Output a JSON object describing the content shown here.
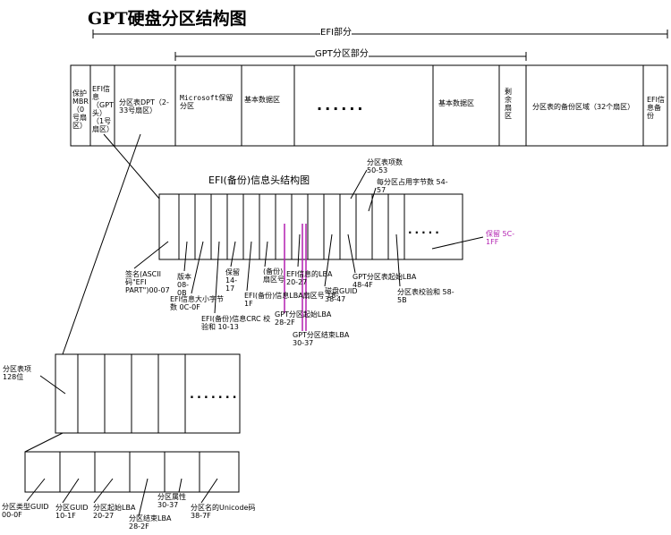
{
  "title": "GPT硬盘分区结构图",
  "top_layout": {
    "efi_span_label": "EFI部分",
    "gpt_span_label": "GPT分区部分",
    "cells": [
      "保护MBR（0号扇区）",
      "EFI信息（GPT头）（1号扇区）",
      "分区表DPT（2-33号扇区）",
      "Microsoft保留分区",
      "基本数据区",
      "......",
      "基本数据区",
      "剩余扇区",
      "分区表的备份区域（32个扇区）",
      "EFI信息备份"
    ]
  },
  "efi_header": {
    "title": "EFI(备份)信息头结构图",
    "ellipsis": ".....",
    "fields": {
      "signature": "签名(ASCII码\"EFI PART\")00-07",
      "version": "版本 08-0B",
      "header_size": "EFI信息大小字节数 0C-0F",
      "header_crc": "EFI(备份)信息CRC 校验和 10-13",
      "reserved1": "保留 14-17",
      "lba_sector": "EFI(备份)信息LBA扇区号 18-1F",
      "backup_sector": "(备份)扇区号",
      "efi_lba": "EFI信息的LBA 20-27",
      "gpt_start": "GPT分区起始LBA 28-2F",
      "gpt_end": "GPT分区结束LBA 30-37",
      "disk_guid": "磁盘GUID 38-47",
      "table_start": "GPT分区表起始LBA 48-4F",
      "entry_count": "分区表项数 50-53",
      "entry_size": "每分区占用字节数 54-57",
      "table_crc": "分区表校验和 58-5B",
      "reserved2": "保留 5C-1FF"
    }
  },
  "partition_table": {
    "label": "分区表项 128位",
    "ellipsis": "......."
  },
  "partition_entry": {
    "fields": {
      "type_guid": "分区类型GUID 00-0F",
      "guid": "分区GUID 10-1F",
      "start_lba": "分区起始LBA 20-27",
      "end_lba": "分区结束LBA 28-2F",
      "attributes": "分区属性 30-37",
      "name": "分区名的Unicode码 38-7F"
    }
  },
  "colors": {
    "line": "#000000",
    "highlight": "#b21fb0"
  }
}
